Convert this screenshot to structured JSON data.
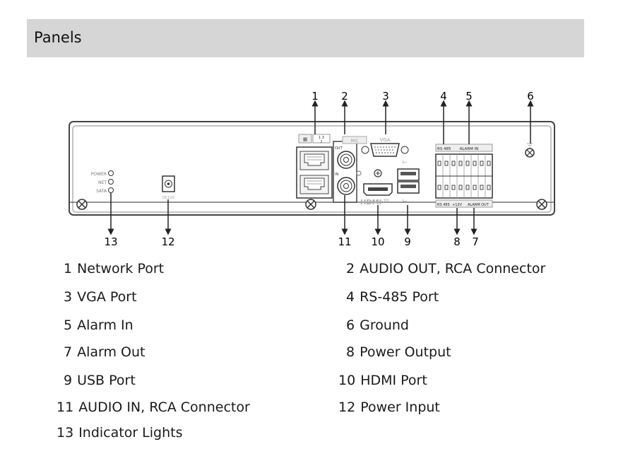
{
  "header": {
    "title": "Panels"
  },
  "callouts": [
    "1",
    "2",
    "3",
    "4",
    "5",
    "6",
    "7",
    "8",
    "9",
    "10",
    "11",
    "12",
    "13"
  ],
  "panel_labels": {
    "power": "POWER",
    "net": "NET",
    "sata": "SATA",
    "dc": "DC12V",
    "mic": "MIC",
    "out": "OUT",
    "in": "IN",
    "vga": "VGA",
    "rs485": "RS 485",
    "alarm_in": "ALARM IN",
    "rs485_bottom": "RS 485",
    "plus12v": "+12V",
    "alarm_out": "ALARM OUT",
    "hdmi": "HDMI",
    "tm": "TM",
    "net_a": "1 3",
    "net_b": "2"
  },
  "legend": [
    {
      "num": "1",
      "text": "Network Port"
    },
    {
      "num": "2",
      "text": "AUDIO OUT, RCA Connector"
    },
    {
      "num": "3",
      "text": "VGA Port"
    },
    {
      "num": "4",
      "text": "RS-485 Port"
    },
    {
      "num": "5",
      "text": "Alarm In"
    },
    {
      "num": "6",
      "text": "Ground"
    },
    {
      "num": "7",
      "text": "Alarm Out"
    },
    {
      "num": "8",
      "text": "Power Output"
    },
    {
      "num": "9",
      "text": "USB Port"
    },
    {
      "num": "10",
      "text": "HDMI Port"
    },
    {
      "num": "11",
      "text": "AUDIO IN, RCA Connector"
    },
    {
      "num": "12",
      "text": "Power Input"
    },
    {
      "num": "13",
      "text": "Indicator Lights"
    }
  ]
}
